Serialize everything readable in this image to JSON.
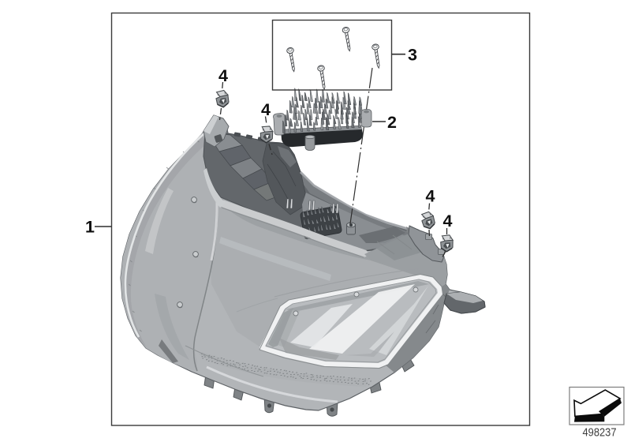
{
  "page": {
    "background_color": "#ffffff",
    "line_color": "#2e2e2e"
  },
  "callouts": {
    "item1": "1",
    "item2": "2",
    "item3": "3",
    "item4": "4"
  },
  "footer": {
    "part_number": "498237"
  },
  "icons": {
    "direction_arrow": "direction-of-travel-arrow"
  }
}
